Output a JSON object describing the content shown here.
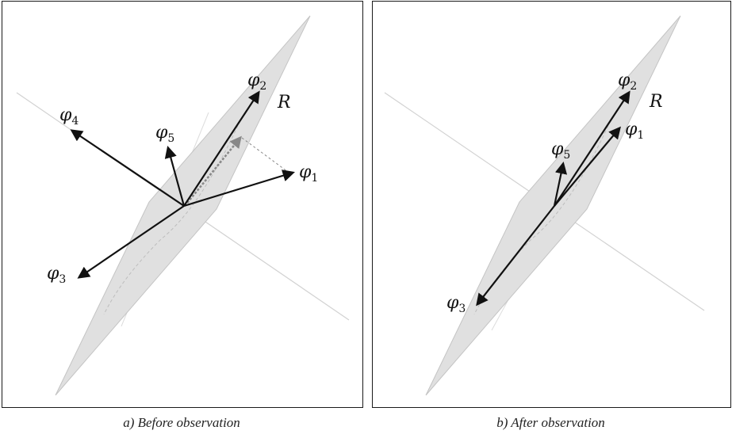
{
  "figure": {
    "panels": [
      {
        "caption": "a) Before observation",
        "region_label": "R",
        "vectors": [
          {
            "symbol": "φ",
            "index": "1"
          },
          {
            "symbol": "φ",
            "index": "2"
          },
          {
            "symbol": "φ",
            "index": "3"
          },
          {
            "symbol": "φ",
            "index": "4"
          },
          {
            "symbol": "φ",
            "index": "5"
          }
        ]
      },
      {
        "caption": "b) After observation",
        "region_label": "R",
        "vectors": [
          {
            "symbol": "φ",
            "index": "1"
          },
          {
            "symbol": "φ",
            "index": "2"
          },
          {
            "symbol": "φ",
            "index": "3"
          },
          {
            "symbol": "φ",
            "index": "5"
          }
        ]
      }
    ],
    "colors": {
      "plane_fill": "#e0e0e0",
      "plane_stroke": "#c4c4c4",
      "axis_line": "#d2d2d2",
      "vector": "#111111",
      "projection": "#888888"
    }
  }
}
